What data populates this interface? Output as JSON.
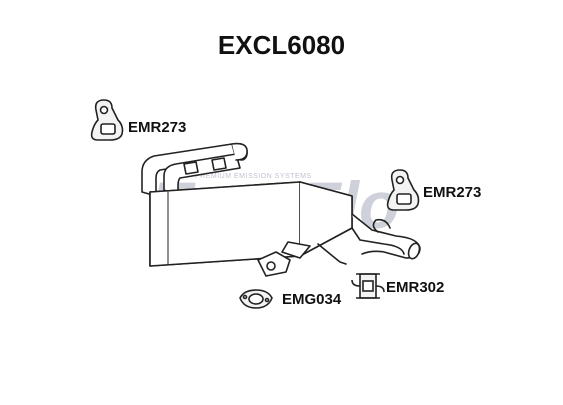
{
  "title": "EXCL6080",
  "watermark": {
    "brand": "EuroFlo",
    "tagline": "PREMIUM EMISSION SYSTEMS",
    "color_grey": "#c9ccd6",
    "color_red": "#f4cfc9"
  },
  "parts": [
    {
      "code": "EMR273",
      "icon": "rubber-hanger-icon"
    },
    {
      "code": "EMR273",
      "icon": "rubber-hanger-icon"
    },
    {
      "code": "EMR302",
      "icon": "rubber-mount-icon"
    },
    {
      "code": "EMG034",
      "icon": "gasket-icon"
    }
  ],
  "colors": {
    "outline": "#222222",
    "fill": "#ffffff",
    "part_fill": "#f3f3f3"
  }
}
